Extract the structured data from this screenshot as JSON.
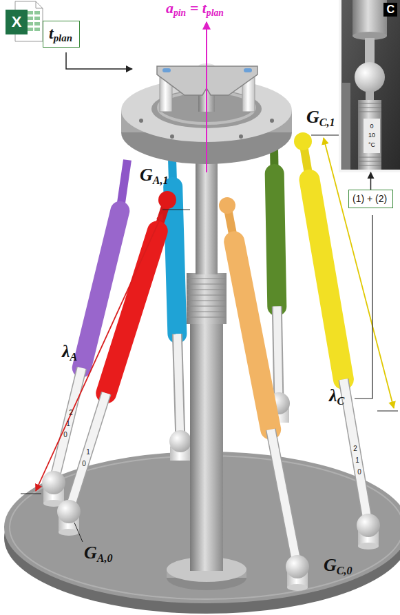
{
  "diagram": {
    "nodes": [
      {
        "text": [
          "X"
        ]
      },
      {
        "text": [
          "tplan"
        ]
      },
      {
        "text": [
          "C"
        ]
      },
      {
        "text": [
          "(1) + (2)"
        ]
      }
    ],
    "edges": [
      {
        "from": 3,
        "to": 2,
        "arrow": "to"
      }
    ],
    "labels": [
      "apin = tplan",
      "GA,1",
      "GC,1",
      "λA",
      "λC",
      "GA,0",
      "GC,0",
      "2",
      "1",
      "0",
      "1",
      "0",
      "2",
      "1",
      "0",
      "0",
      "10",
      "°C"
    ]
  }
}
